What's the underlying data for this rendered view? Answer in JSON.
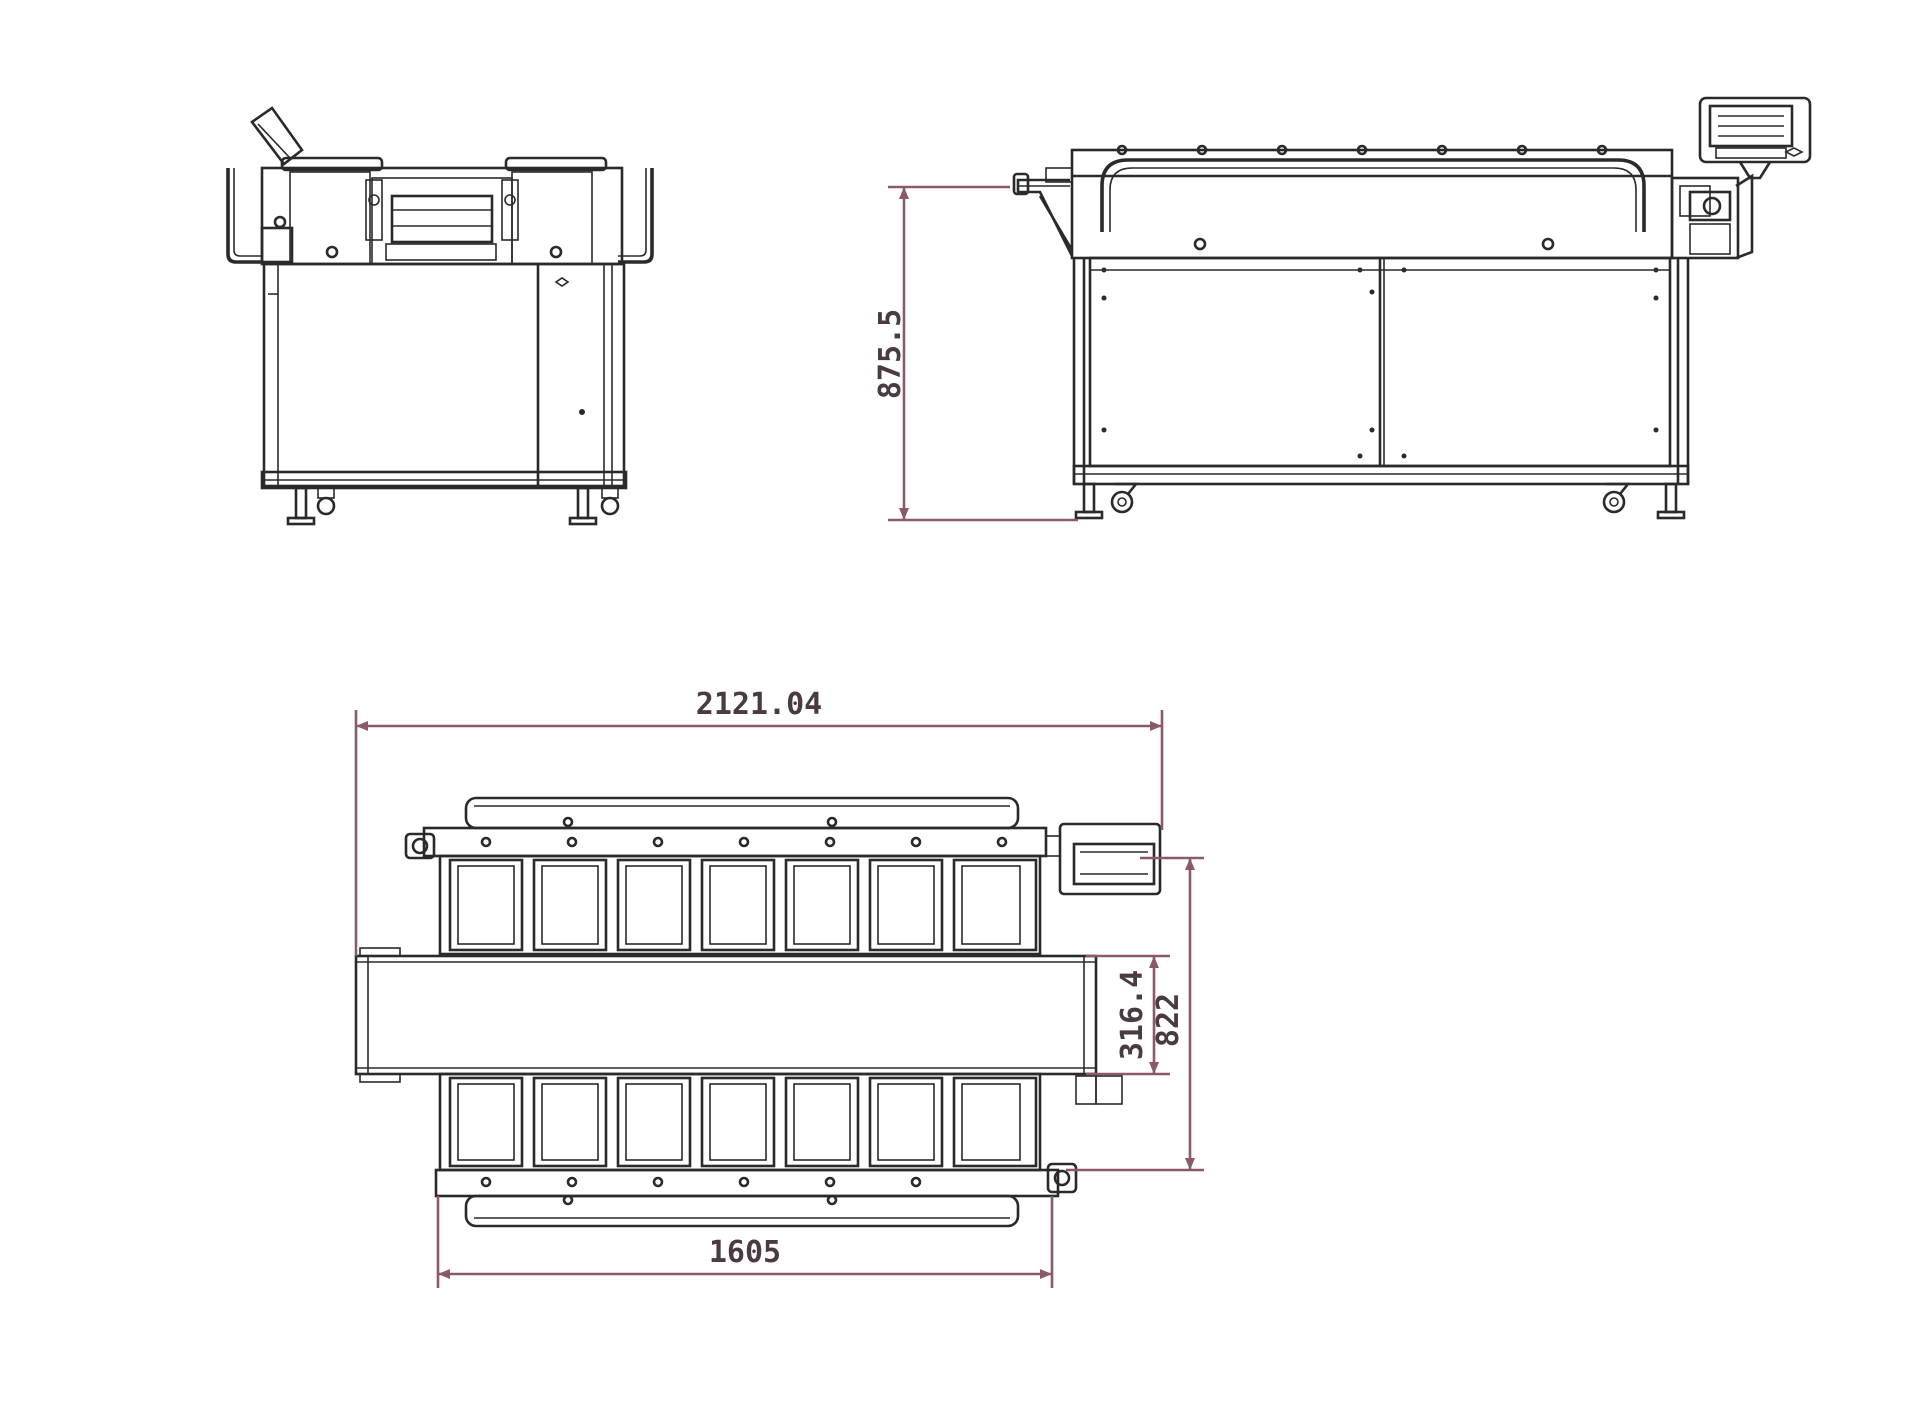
{
  "dimensions": {
    "overall_length": "2121.04",
    "height": "875.5",
    "conveyor_length": "1605",
    "belt_width": "316.4",
    "overall_width": "822"
  },
  "colors": {
    "line": "#2a2a2a",
    "dimension": "#8a5a6a",
    "dimension_text": "#4a3a44",
    "background": "#ffffff"
  }
}
